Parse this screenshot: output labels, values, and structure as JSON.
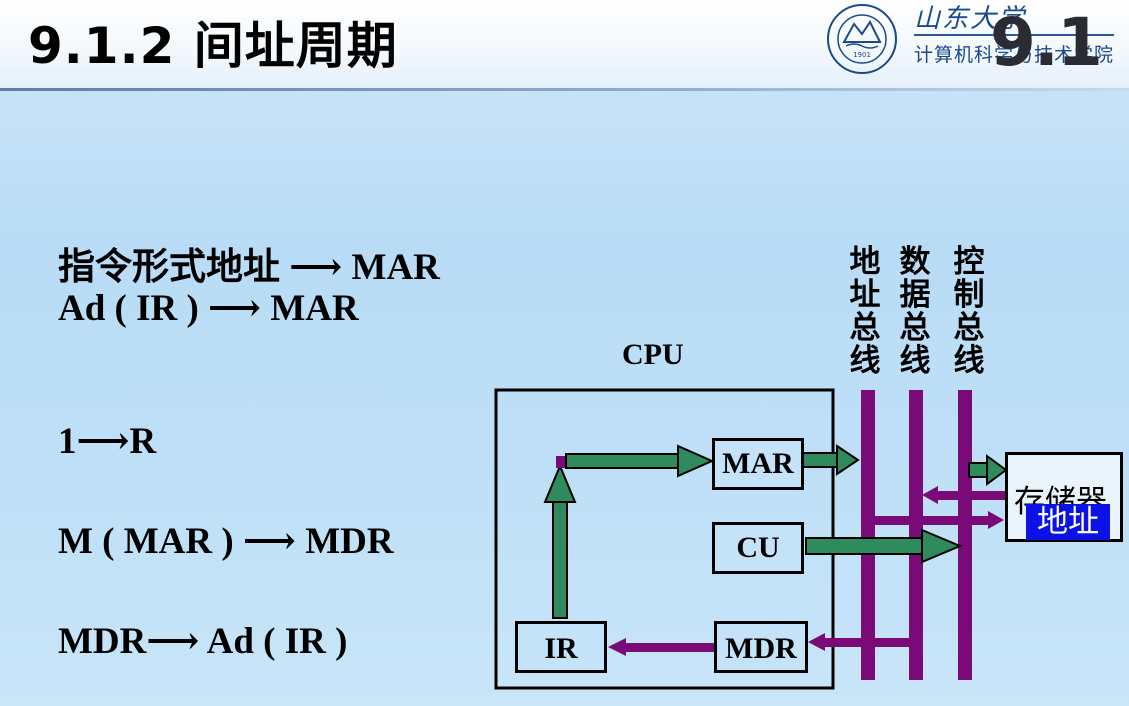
{
  "header": {
    "title": "9.1.2 间址周期",
    "university_script": "山东大学",
    "department": "计算机科学与技术学院",
    "seal_year": "1901",
    "seal_text": "SHANDONG UNIVERSITY",
    "section_number": "9.1"
  },
  "steps": [
    {
      "text": "指令形式地址 ⟶ MAR"
    },
    {
      "text": "Ad ( IR ) ⟶ MAR"
    },
    {
      "text": "1⟶R"
    },
    {
      "text": "M ( MAR ) ⟶ MDR"
    },
    {
      "text": "MDR⟶ Ad ( IR )"
    }
  ],
  "diagram": {
    "cpu_label": "CPU",
    "registers": {
      "mar": "MAR",
      "cu": "CU",
      "ir": "IR",
      "mdr": "MDR"
    },
    "buses": [
      {
        "label": [
          "地",
          "址",
          "总",
          "线"
        ]
      },
      {
        "label": [
          "数",
          "据",
          "总",
          "线"
        ]
      },
      {
        "label": [
          "控",
          "制",
          "总",
          "线"
        ]
      }
    ],
    "memory_label": "存储器",
    "memory_highlight": "地址",
    "colors": {
      "green_arrow": "#2f8a5e",
      "bus_purple": "#7a0a78",
      "highlight": "#0b12e6"
    }
  }
}
